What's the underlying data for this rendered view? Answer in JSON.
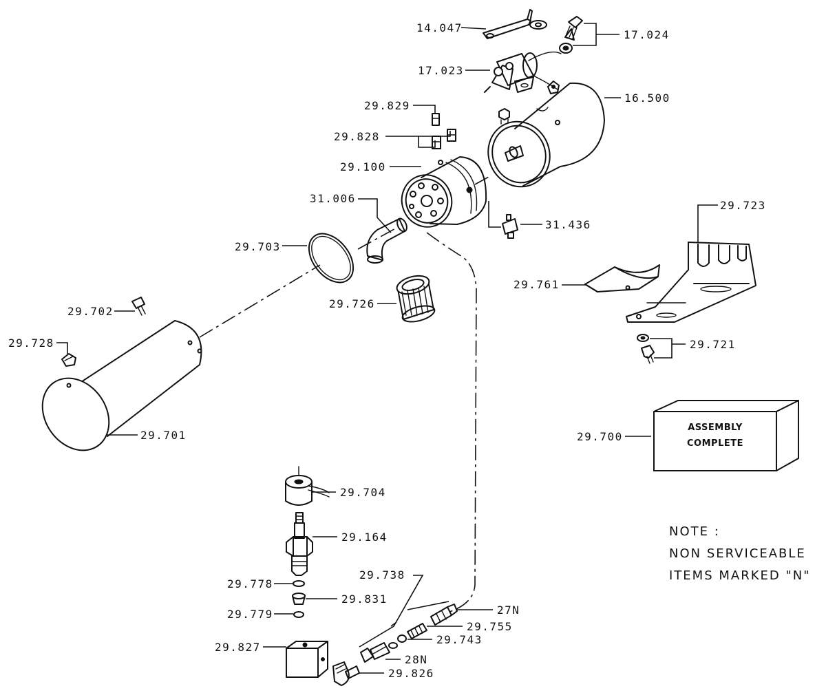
{
  "labels": {
    "p14047": "14.047",
    "p17024": "17.024",
    "p17023": "17.023",
    "p16500": "16.500",
    "p29829": "29.829",
    "p29828": "29.828",
    "p29100": "29.100",
    "p31006": "31.006",
    "p31436": "31.436",
    "p29723": "29.723",
    "p29703": "29.703",
    "p29761": "29.761",
    "p29726": "29.726",
    "p29702": "29.702",
    "p29721": "29.721",
    "p29728": "29.728",
    "p29701": "29.701",
    "p29700": "29.700",
    "p29704": "29.704",
    "p29164": "29.164",
    "p29738": "29.738",
    "p29778": "29.778",
    "p29831": "29.831",
    "p27N": "27N",
    "p29779": "29.779",
    "p29755": "29.755",
    "p29827": "29.827",
    "p29743": "29.743",
    "p28N": "28N",
    "p29826": "29.826"
  },
  "assembly_box": {
    "line1": "ASSEMBLY",
    "line2": "COMPLETE"
  },
  "note": {
    "title": "NOTE :",
    "line1": "NON SERVICEABLE",
    "line2": "ITEMS MARKED \"N\""
  }
}
